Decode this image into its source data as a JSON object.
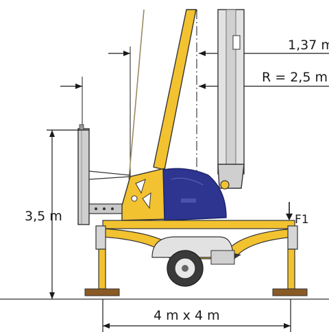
{
  "labels": {
    "offset": "1,37 m",
    "radius": "R = 2,5 m",
    "height": "3,5 m",
    "footprint": "4 m x 4 m",
    "force": "F1"
  },
  "colors": {
    "yellow": "#f2c230",
    "yellow_dark": "#c99a10",
    "blue": "#2d3590",
    "blue_dark": "#1c2266",
    "grey_boom": "#d6d6d6",
    "grey_dark": "#6b6b6b",
    "pad": "#8a5a25",
    "line": "#1a1a1a"
  }
}
